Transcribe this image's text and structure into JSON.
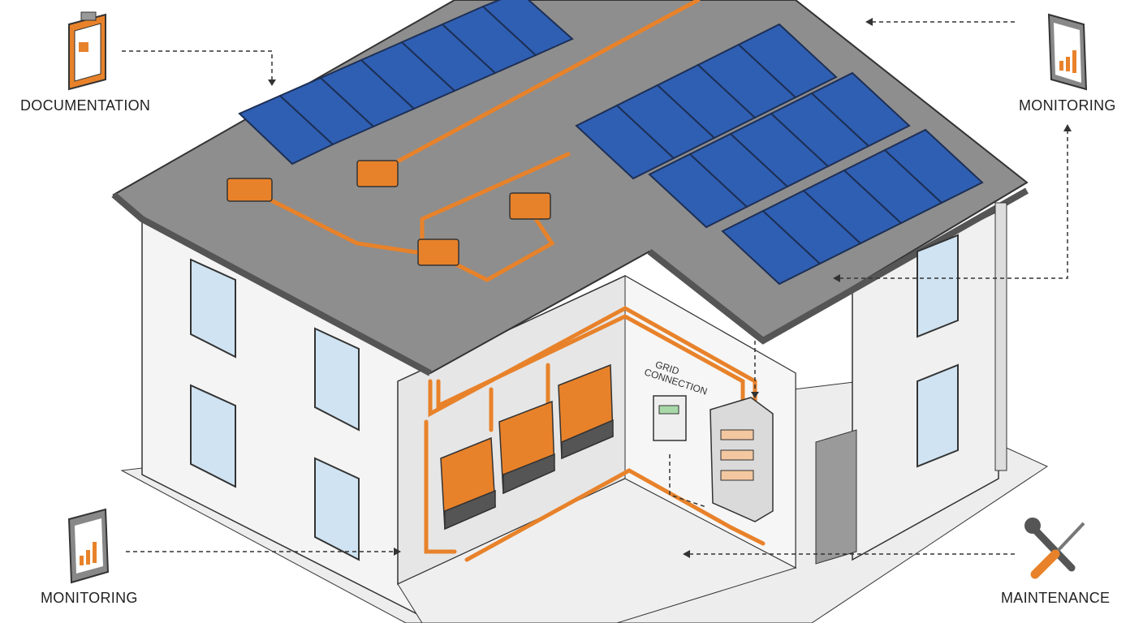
{
  "labels": {
    "documentation": "DOCUMENTATION",
    "monitoring_top": "MONITORING",
    "monitoring_bottom": "MONITORING",
    "maintenance": "MAINTENANCE",
    "grid_line1": "GRID",
    "grid_line2": "CONNECTION"
  },
  "colors": {
    "accent": "#E8822A",
    "panel": "#2F5FB3",
    "roof": "#8E8E8E",
    "wall": "#F2F2F2",
    "outline": "#333333"
  },
  "icons": [
    "clipboard-icon",
    "tablet-chart-icon",
    "wrench-screwdriver-icon"
  ]
}
